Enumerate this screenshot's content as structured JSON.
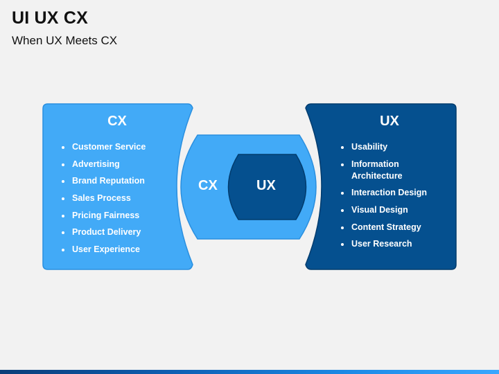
{
  "header": {
    "title": "UI UX CX",
    "subtitle": "When UX Meets CX"
  },
  "colors": {
    "cx_light": "#42aaf7",
    "cx_stroke": "#2a8fdf",
    "ux_dark": "#05508f",
    "ux_stroke": "#023c6e",
    "background": "#f2f2f2"
  },
  "cx_panel": {
    "heading": "CX",
    "items": [
      "Customer Service",
      "Advertising",
      "Brand Reputation",
      "Sales Process",
      "Pricing Fairness",
      "Product Delivery",
      "User Experience"
    ]
  },
  "ux_panel": {
    "heading": "UX",
    "items": [
      "Usability",
      "Information Architecture",
      "Interaction Design",
      "Visual Design",
      "Content Strategy",
      "User Research"
    ]
  },
  "center": {
    "outer_label": "CX",
    "inner_label": "UX"
  }
}
